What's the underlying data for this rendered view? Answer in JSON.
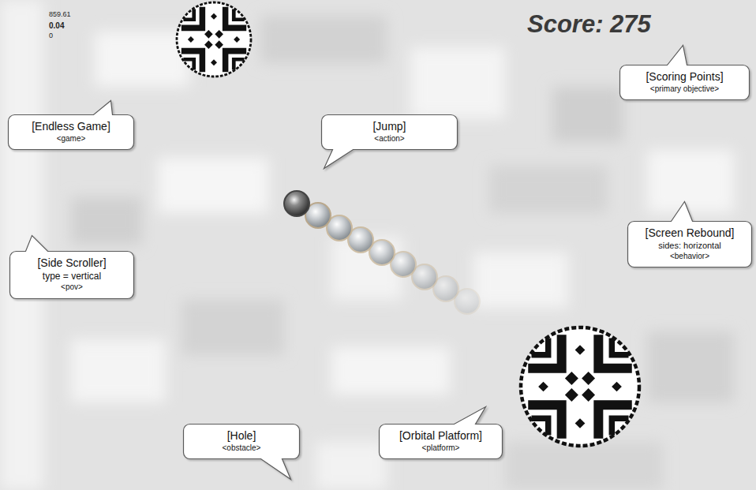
{
  "diagram": {
    "nodes": [
      {
        "text": [
          "[Scoring Points]",
          "<primary objective>"
        ]
      },
      {
        "text": [
          "[Endless Game]",
          "<game>"
        ]
      },
      {
        "text": [
          "[Jump]",
          "<action>"
        ]
      },
      {
        "text": [
          "[Screen Rebound]",
          "sides: horizontal",
          "<behavior>"
        ]
      },
      {
        "text": [
          "[Side Scroller]",
          "type = vertical",
          "<pov>"
        ]
      },
      {
        "text": [
          "[Hole]",
          "<obstacle>"
        ]
      },
      {
        "text": [
          "[Orbital Platform]",
          "<platform>"
        ]
      }
    ],
    "labels": [
      "859.61",
      "0.04",
      "0",
      "Score: 275"
    ]
  }
}
